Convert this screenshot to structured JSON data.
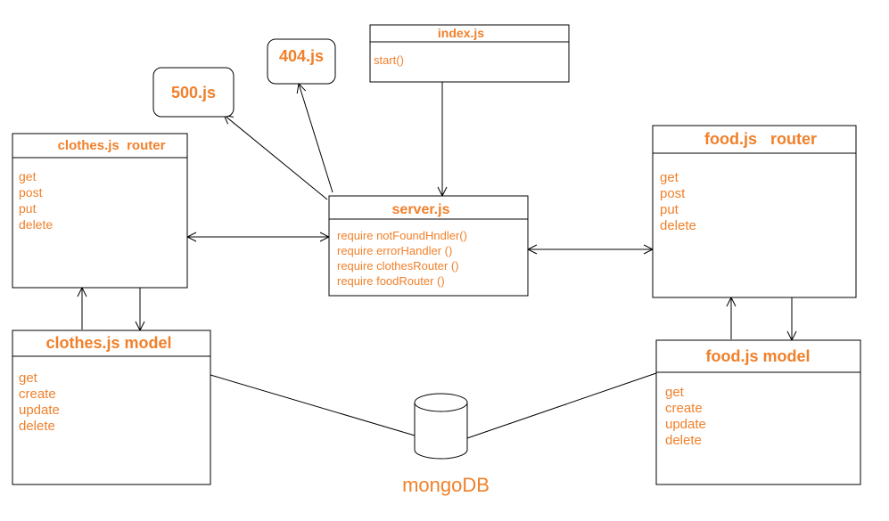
{
  "colors": {
    "text": "#F0802A",
    "stroke": "#000000",
    "background": "#FFFFFF"
  },
  "nodes": {
    "index_js": {
      "title": "index.js",
      "items": [
        "start()"
      ]
    },
    "server_js": {
      "title": "server.js",
      "items": [
        "require notFoundHndler()",
        "require errorHandler ()",
        "require clothesRouter ()",
        "require foodRouter ()"
      ]
    },
    "err_404": {
      "title": "404.js"
    },
    "err_500": {
      "title": "500.js"
    },
    "clothes_router": {
      "title": "clothes.js  router",
      "items": [
        "get",
        "post",
        "put",
        "delete"
      ]
    },
    "food_router": {
      "title": "food.js   router",
      "items": [
        "get",
        "post",
        "put",
        "delete"
      ]
    },
    "clothes_model": {
      "title": "clothes.js model",
      "items": [
        "get",
        "create",
        "update",
        "delete"
      ]
    },
    "food_model": {
      "title": "food.js model",
      "items": [
        "get",
        "create",
        "update",
        "delete"
      ]
    },
    "mongodb": {
      "label": "mongoDB",
      "icon": "database-cylinder-icon"
    }
  },
  "edges": [
    {
      "from": "index_js",
      "to": "server_js",
      "arrow": "end"
    },
    {
      "from": "server_js",
      "to": "err_404",
      "arrow": "end"
    },
    {
      "from": "server_js",
      "to": "err_500",
      "arrow": "end"
    },
    {
      "from": "server_js",
      "to": "clothes_router",
      "arrow": "both"
    },
    {
      "from": "server_js",
      "to": "food_router",
      "arrow": "both"
    },
    {
      "from": "clothes_model",
      "to": "clothes_router",
      "arrow": "end"
    },
    {
      "from": "clothes_router",
      "to": "clothes_model",
      "arrow": "end"
    },
    {
      "from": "food_model",
      "to": "food_router",
      "arrow": "end"
    },
    {
      "from": "food_router",
      "to": "food_model",
      "arrow": "end"
    },
    {
      "from": "clothes_model",
      "to": "mongodb",
      "arrow": "none"
    },
    {
      "from": "food_model",
      "to": "mongodb",
      "arrow": "none"
    }
  ]
}
